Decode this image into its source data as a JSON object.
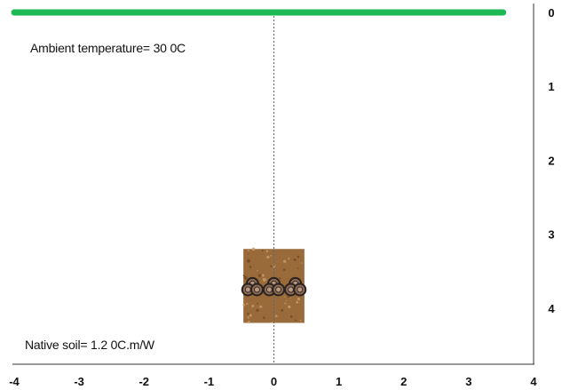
{
  "annotations": {
    "ambient_temperature": "Ambient temperature= 30 0C",
    "native_soil": "Native soil= 1.2 0C.m/W"
  },
  "chart_data": {
    "type": "diagram",
    "x_ticks": [
      "-4",
      "-3",
      "-2",
      "-1",
      "0",
      "1",
      "2",
      "3",
      "4"
    ],
    "y_ticks": [
      "0",
      "1",
      "2",
      "3",
      "4"
    ],
    "x_range": [
      -4,
      4
    ],
    "y_range": [
      0,
      4.75
    ],
    "ground_surface": {
      "x_start": -4,
      "x_end": 3.75,
      "depth": 0,
      "color": "#1db954"
    },
    "centerline": {
      "x": 0
    },
    "backfill_region": {
      "x_min": -0.47,
      "x_max": 0.47,
      "depth_min": 3.2,
      "depth_max": 4.2,
      "color": "#9a6b3a"
    },
    "cables": [
      {
        "x": -0.33,
        "depth": 3.67
      },
      {
        "x": -0.4,
        "depth": 3.75
      },
      {
        "x": -0.26,
        "depth": 3.75
      },
      {
        "x": 0.0,
        "depth": 3.67
      },
      {
        "x": -0.07,
        "depth": 3.75
      },
      {
        "x": 0.07,
        "depth": 3.75
      },
      {
        "x": 0.33,
        "depth": 3.67
      },
      {
        "x": 0.26,
        "depth": 3.75
      },
      {
        "x": 0.4,
        "depth": 3.75
      }
    ]
  }
}
